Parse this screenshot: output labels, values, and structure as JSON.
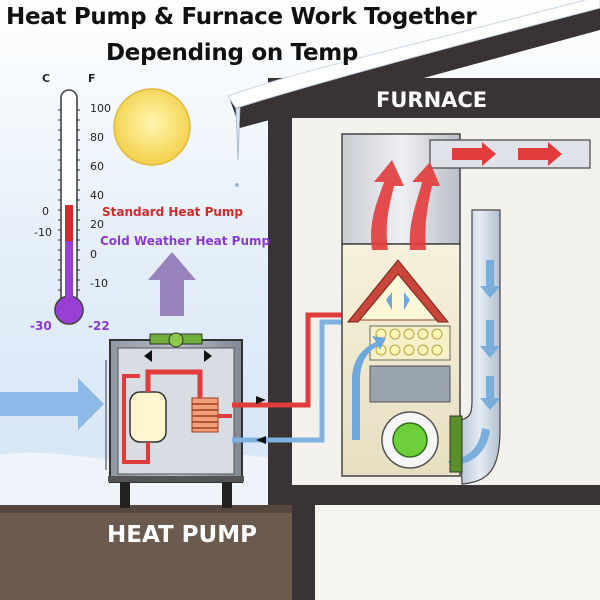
{
  "title_line1": "Heat Pump & Furnace Work Together",
  "title_line2": "Depending on Temp",
  "labels": {
    "furnace": "FURNACE",
    "heat_pump": "HEAT PUMP",
    "standard_heat_pump": "Standard Heat Pump",
    "cold_weather_heat_pump": "Cold Weather Heat Pump"
  },
  "thermometer": {
    "unit_c": "C",
    "unit_f": "F",
    "f_ticks": [
      "100",
      "80",
      "60",
      "40",
      "20",
      "0",
      "-10"
    ],
    "c_ticks": [
      "0",
      "-10"
    ],
    "bottom_c": "-30",
    "bottom_f": "-22"
  },
  "colors": {
    "standard": "#d42a2a",
    "cold_weather": "#8a3ad1",
    "hot_flow": "#e23b3b",
    "cold_flow": "#6fa8dc"
  },
  "icons": {
    "sun": "sun-icon",
    "thermometer": "thermometer-icon",
    "fan": "fan-icon"
  }
}
